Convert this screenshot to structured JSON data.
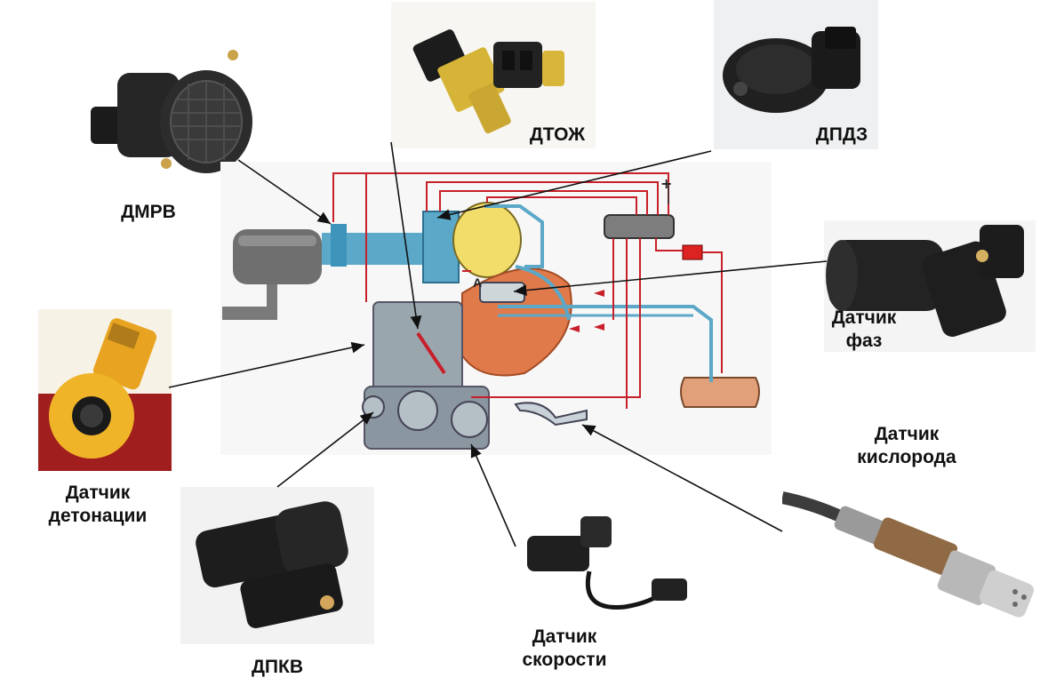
{
  "labels": {
    "dmrv": "ДМРВ",
    "dtozh": "ДТОЖ",
    "dpdz": "ДПДЗ",
    "phase": [
      "Датчик",
      "фаз"
    ],
    "knock": [
      "Датчик",
      "детонации"
    ],
    "dpkv": "ДПКВ",
    "speed": [
      "Датчик",
      "скорости"
    ],
    "oxygen": [
      "Датчик",
      "кислорода"
    ]
  },
  "schematic": {
    "point_a": "A",
    "plus": "+"
  },
  "colors": {
    "wire_red": "#c8202a",
    "air_blue": "#5ba8c8",
    "exhaust_orange": "#e07a4a",
    "engine_gray": "#9aa6ae",
    "throttle_yellow": "#f3dd6a"
  }
}
